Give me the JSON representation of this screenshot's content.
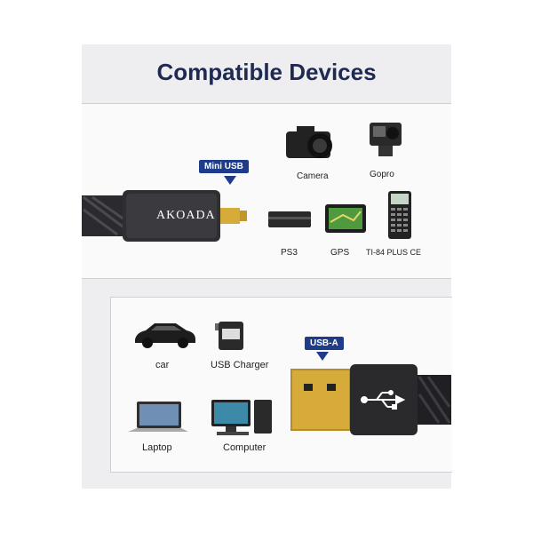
{
  "heading": "Compatible Devices",
  "top_section": {
    "connector_badge": "Mini USB",
    "brand": "AKOADA",
    "devices": [
      {
        "label": "Camera",
        "icon": "camera-icon"
      },
      {
        "label": "Gopro",
        "icon": "gopro-icon"
      },
      {
        "label": "PS3",
        "icon": "ps3-icon"
      },
      {
        "label": "GPS",
        "icon": "gps-icon"
      },
      {
        "label": "TI-84 PLUS CE",
        "icon": "calculator-icon"
      }
    ]
  },
  "bottom_section": {
    "connector_badge": "USB-A",
    "devices": [
      {
        "label": "car",
        "icon": "car-icon"
      },
      {
        "label": "USB Charger",
        "icon": "charger-icon"
      },
      {
        "label": "Laptop",
        "icon": "laptop-icon"
      },
      {
        "label": "Computer",
        "icon": "computer-icon"
      }
    ]
  },
  "colors": {
    "heading": "#1f2a52",
    "badge": "#1f3c8a",
    "gold": "#d7ab3a"
  }
}
